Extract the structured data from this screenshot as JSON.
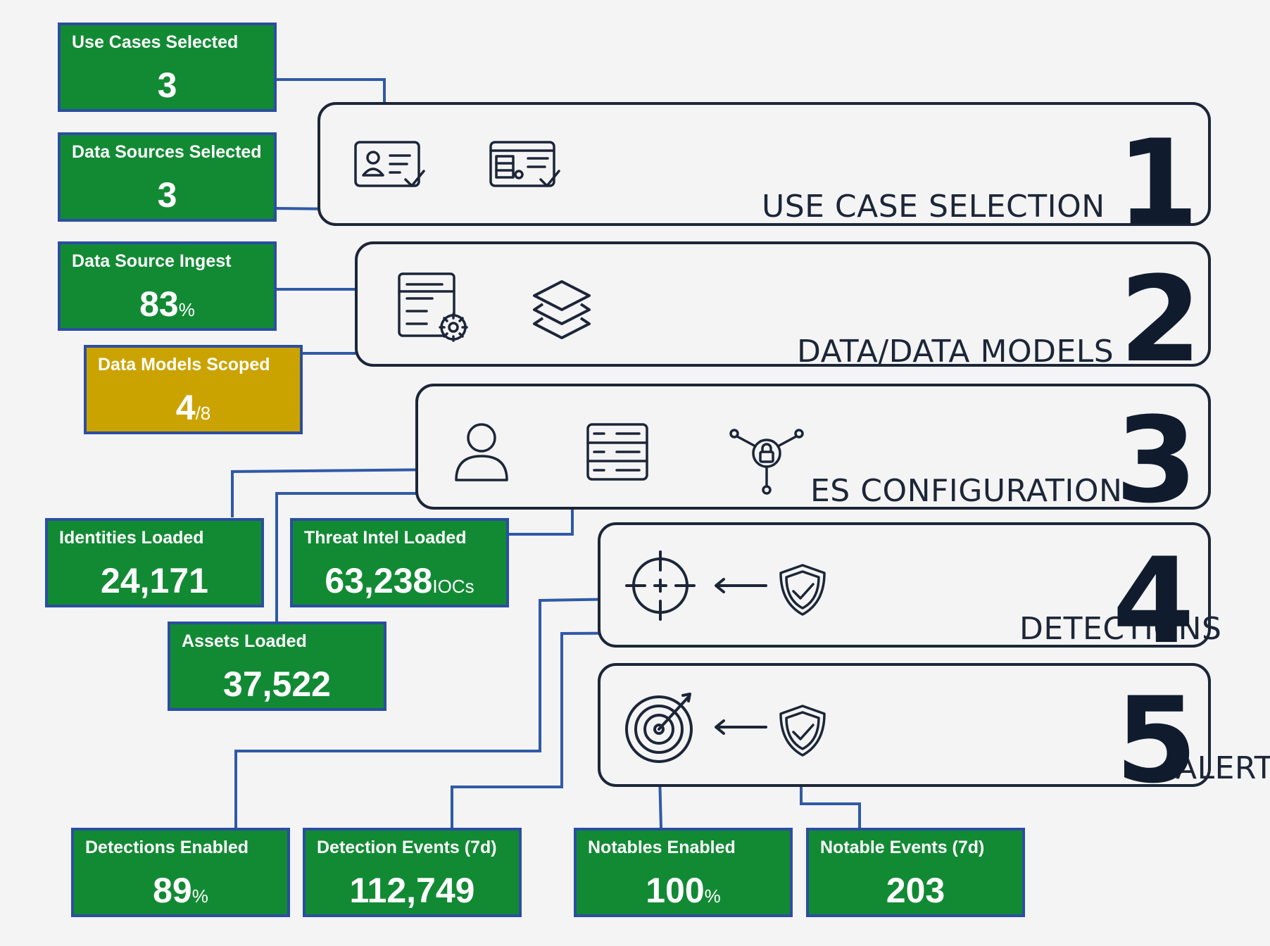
{
  "colors": {
    "panel_border": "#1c2638",
    "metric_ok": "#128a34",
    "metric_warn": "#cba300",
    "metric_border": "#2b4ea1",
    "connector": "#2f5aa6"
  },
  "stages": [
    {
      "number": "1",
      "title": "USE CASE SELECTION",
      "icons": [
        "user-id-card-check-icon",
        "data-form-check-icon"
      ]
    },
    {
      "number": "2",
      "title": "DATA/DATA MODELS",
      "icons": [
        "document-gear-icon",
        "layers-icon"
      ]
    },
    {
      "number": "3",
      "title": "ES CONFIGURATION",
      "icons": [
        "user-icon",
        "server-icon",
        "network-lock-icon"
      ]
    },
    {
      "number": "4",
      "title": "DETECTIONS",
      "icons": [
        "crosshair-icon",
        "arrow-left-icon",
        "shield-check-icon"
      ]
    },
    {
      "number": "5",
      "title": "ALERTS",
      "icons": [
        "target-arrow-icon",
        "arrow-left-icon",
        "shield-check-icon"
      ]
    }
  ],
  "metrics": [
    {
      "id": "use-cases-selected",
      "label": "Use Cases Selected",
      "value": "3",
      "unit": "",
      "status": "ok"
    },
    {
      "id": "data-sources-selected",
      "label": "Data Sources Selected",
      "value": "3",
      "unit": "",
      "status": "ok"
    },
    {
      "id": "data-source-ingest",
      "label": "Data Source Ingest",
      "value": "83",
      "unit": "%",
      "status": "ok"
    },
    {
      "id": "data-models-scoped",
      "label": "Data Models Scoped",
      "value": "4",
      "unit": "/8",
      "status": "warn"
    },
    {
      "id": "identities-loaded",
      "label": "Identities Loaded",
      "value": "24,171",
      "unit": "",
      "status": "ok"
    },
    {
      "id": "threat-intel-loaded",
      "label": "Threat Intel Loaded",
      "value": "63,238",
      "unit": "IOCs",
      "status": "ok"
    },
    {
      "id": "assets-loaded",
      "label": "Assets Loaded",
      "value": "37,522",
      "unit": "",
      "status": "ok"
    },
    {
      "id": "detections-enabled",
      "label": "Detections Enabled",
      "value": "89",
      "unit": "%",
      "status": "ok"
    },
    {
      "id": "detection-events-7d",
      "label": "Detection Events (7d)",
      "value": "112,749",
      "unit": "",
      "status": "ok"
    },
    {
      "id": "notables-enabled",
      "label": "Notables Enabled",
      "value": "100",
      "unit": "%",
      "status": "ok"
    },
    {
      "id": "notable-events-7d",
      "label": "Notable Events (7d)",
      "value": "203",
      "unit": "",
      "status": "ok"
    }
  ]
}
